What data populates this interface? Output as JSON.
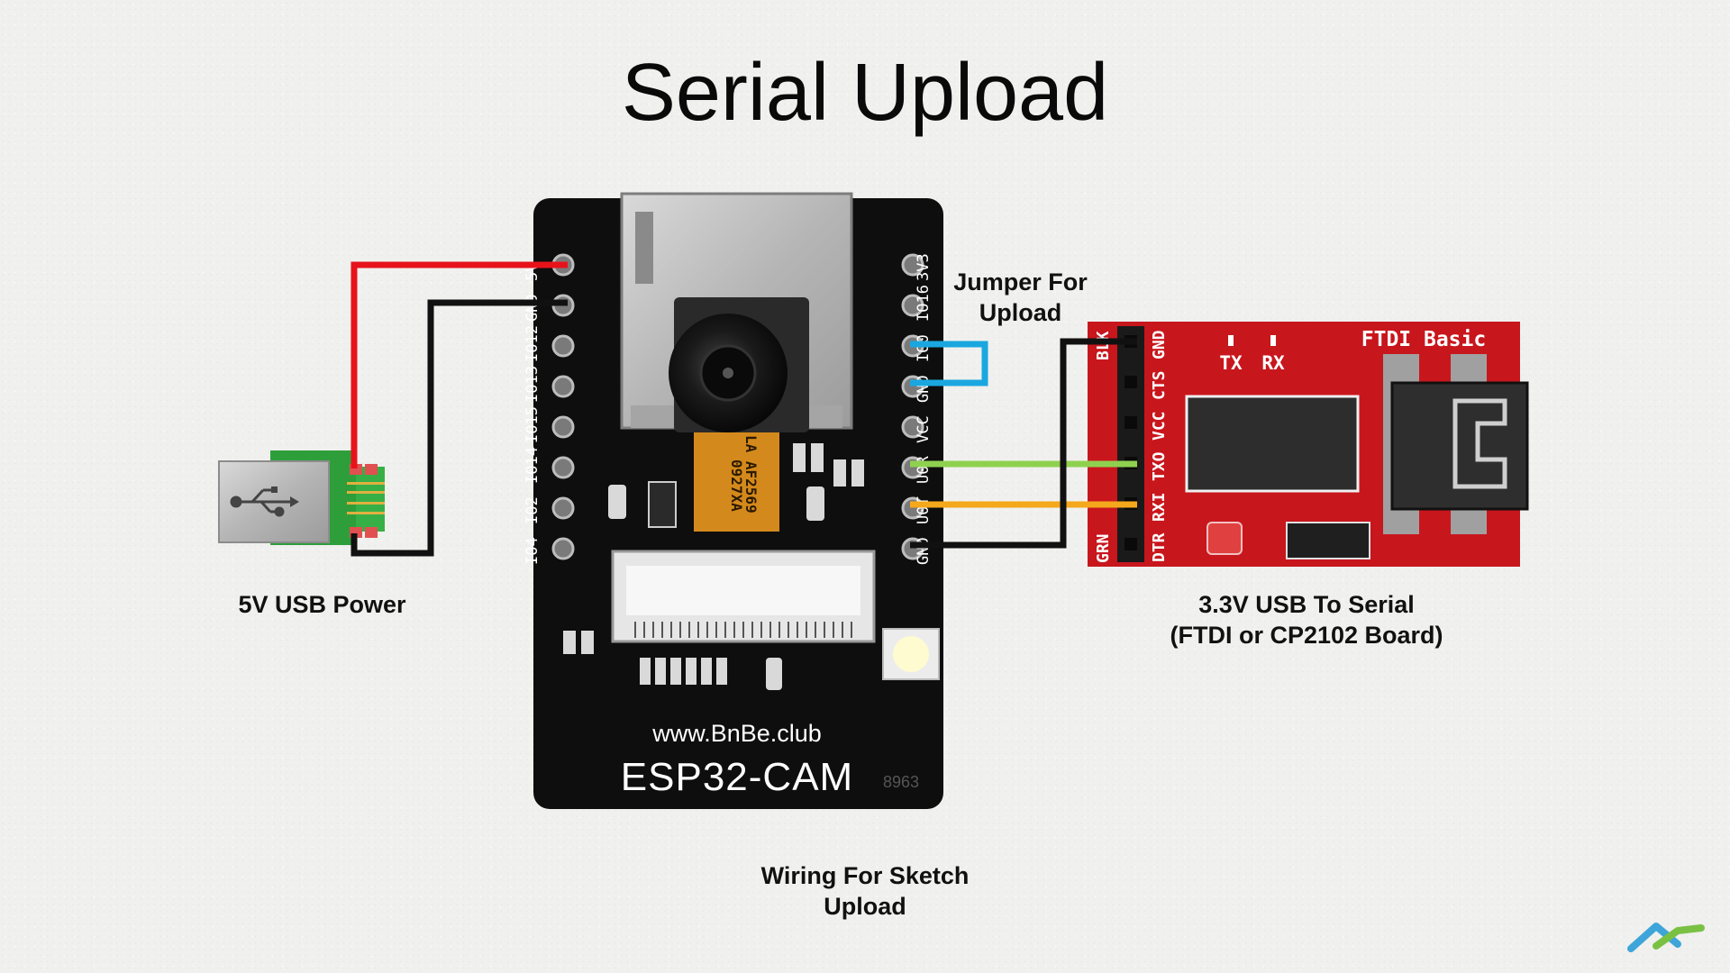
{
  "title": "Serial Upload",
  "labels": {
    "usb_power": "5V USB Power",
    "jumper_line1": "Jumper For",
    "jumper_line2": "Upload",
    "serial_line1": "3.3V USB To Serial",
    "serial_line2": "(FTDI or CP2102 Board)",
    "footer_line1": "Wiring For Sketch",
    "footer_line2": "Upload"
  },
  "esp32": {
    "website": "www.BnBe.club",
    "name": "ESP32-CAM",
    "code": "8963",
    "ribbon_text_1": "LA AF2569",
    "ribbon_text_2": "0927XA",
    "left_pins": [
      "5V",
      "GND",
      "IO12",
      "IO13",
      "IO15",
      "IO14",
      "IO2",
      "IO4"
    ],
    "right_pins": [
      "3V3",
      "IO16",
      "IO0",
      "GND",
      "VCC",
      "U0R",
      "U0T",
      "GND"
    ]
  },
  "ftdi": {
    "title": "FTDI Basic",
    "tx_label": "TX",
    "rx_label": "RX",
    "pin_labels": [
      "GND",
      "CTS",
      "VCC",
      "TXO",
      "RXI",
      "DTR"
    ],
    "side_top": "BLK",
    "side_bottom": "GRN"
  },
  "colors": {
    "wire_red": "#e8121b",
    "wire_black": "#111111",
    "jumper_blue": "#1aa7e0",
    "wire_green": "#8fd14f",
    "wire_orange": "#f5a81c",
    "ftdi_red": "#c8161d",
    "usb_green": "#2e9e3a",
    "logo_blue": "#3da5d9",
    "logo_green": "#7ac143"
  },
  "icons": {
    "usb_symbol": "usb-icon",
    "logo": "brand-logo-icon"
  }
}
